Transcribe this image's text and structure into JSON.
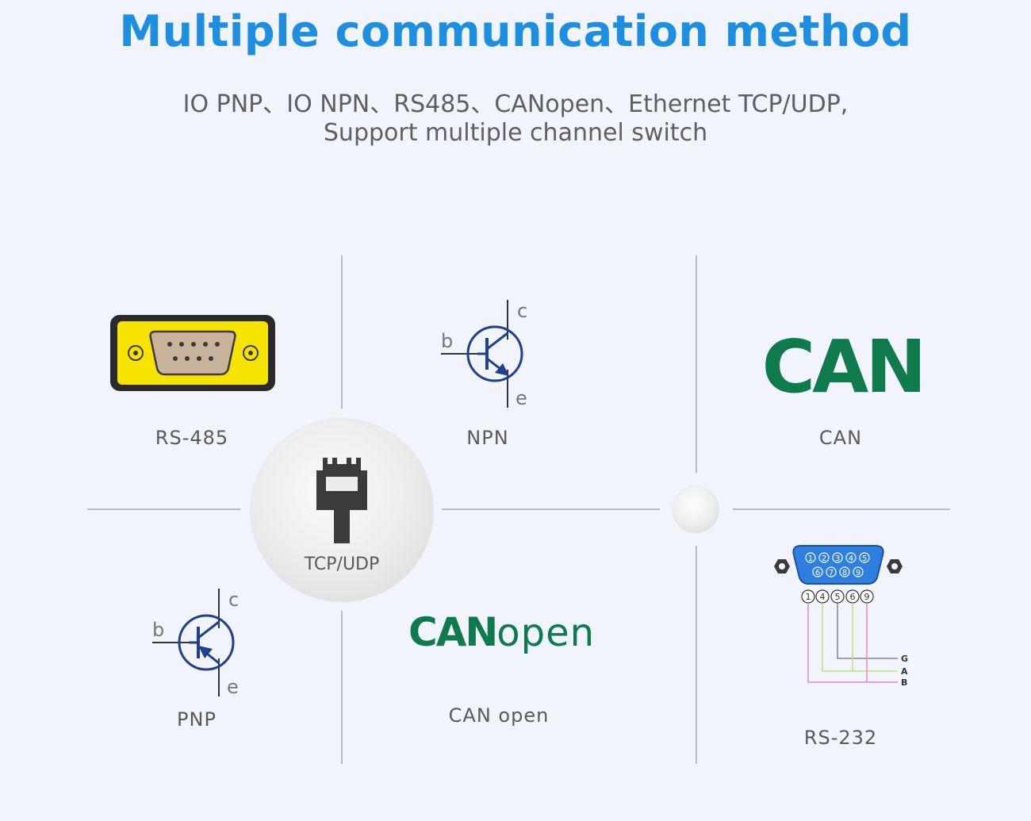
{
  "header": {
    "title": "Multiple communication method",
    "subtitle_line1": "IO PNP、IO NPN、RS485、CANopen、Ethernet TCP/UDP,",
    "subtitle_line2": "Support multiple channel switch"
  },
  "items": {
    "rs485": {
      "label": "RS-485"
    },
    "npn": {
      "label": "NPN",
      "pin_c": "c",
      "pin_b": "b",
      "pin_e": "e"
    },
    "can": {
      "label": "CAN",
      "logo_text": "CAN"
    },
    "tcp": {
      "label": "TCP/UDP"
    },
    "pnp": {
      "label": "PNP",
      "pin_c": "c",
      "pin_b": "b",
      "pin_e": "e"
    },
    "canopen": {
      "label": "CAN open",
      "logo_main": "CAN",
      "logo_suffix": "open"
    },
    "rs232": {
      "label": "RS-232",
      "top_pins": [
        "1",
        "2",
        "3",
        "4",
        "5"
      ],
      "bottom_pins": [
        "6",
        "7",
        "8",
        "9"
      ],
      "wired_pins": [
        "1",
        "4",
        "5",
        "6",
        "9"
      ],
      "wire_labels": [
        "G",
        "A",
        "B"
      ]
    }
  },
  "colors": {
    "title": "#1e8fe0",
    "can_green": "#0f7a4c",
    "transistor_blue": "#1f3f8f",
    "rs485_yellow": "#f6e300",
    "db9_blue": "#2f7fe0"
  }
}
